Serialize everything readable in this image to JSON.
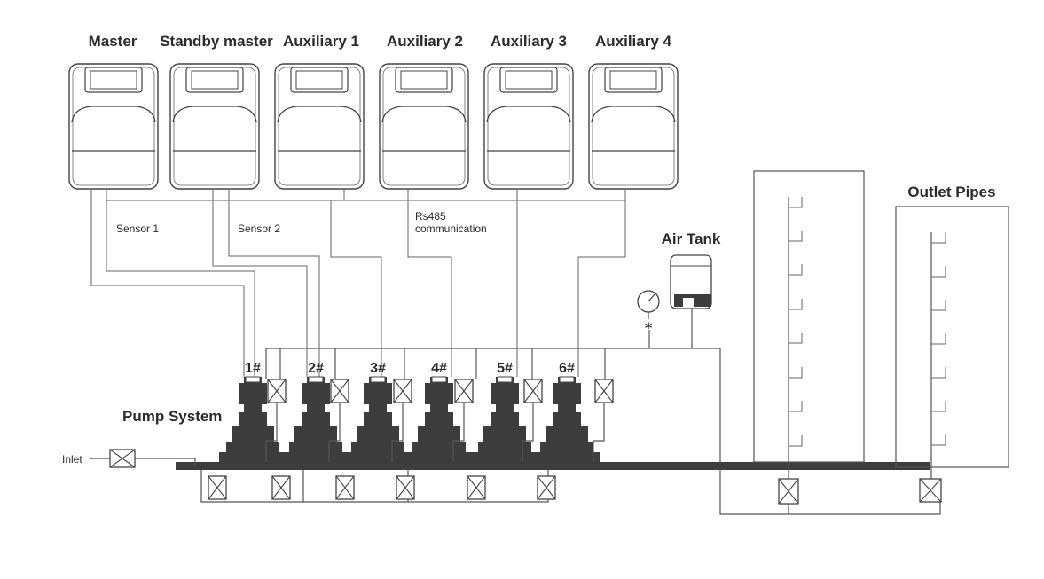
{
  "controllers": [
    {
      "label": "Master"
    },
    {
      "label": "Standby master"
    },
    {
      "label": "Auxiliary 1"
    },
    {
      "label": "Auxiliary 2"
    },
    {
      "label": "Auxiliary 3"
    },
    {
      "label": "Auxiliary 4"
    }
  ],
  "pumps": [
    {
      "label": "1#"
    },
    {
      "label": "2#"
    },
    {
      "label": "3#"
    },
    {
      "label": "4#"
    },
    {
      "label": "5#"
    },
    {
      "label": "6#"
    }
  ],
  "labels": {
    "sensor1": "Sensor 1",
    "sensor2": "Sensor 2",
    "rs485_line1": "Rs485",
    "rs485_line2": "communication",
    "air_tank": "Air Tank",
    "outlet_pipes": "Outlet Pipes",
    "pump_system": "Pump System",
    "inlet": "Inlet"
  },
  "colors": {
    "pump": "#3d3d3d",
    "line": "#555555"
  }
}
